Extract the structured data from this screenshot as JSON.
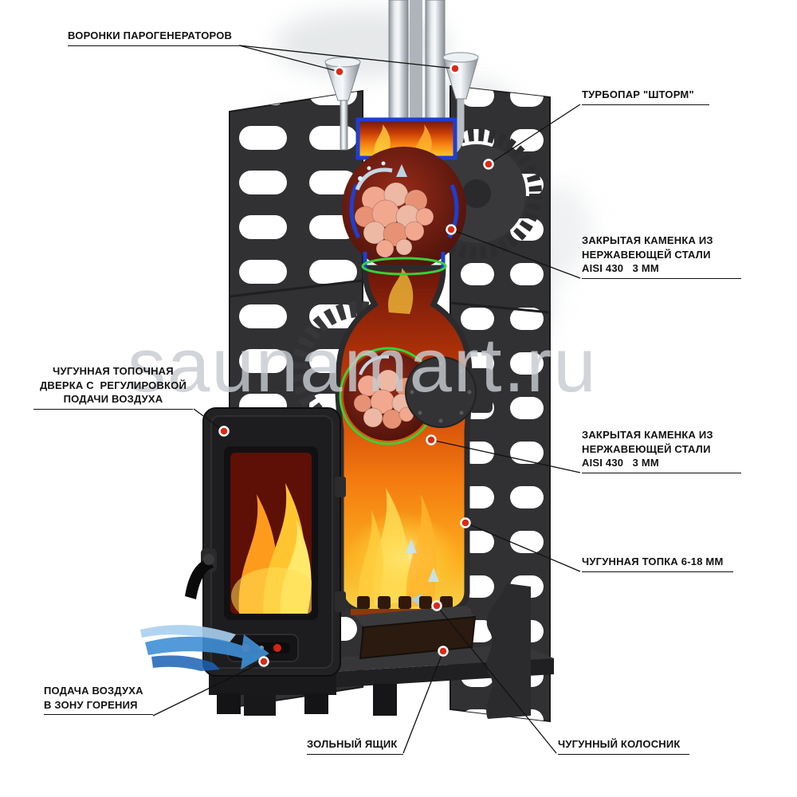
{
  "watermark": "saunamart.ru",
  "callouts": {
    "funnels": {
      "lines": [
        "ВОРОНКИ ПАРОГЕНЕРАТОРОВ"
      ]
    },
    "turbopar": {
      "lines": [
        "ТУРБОПАР \"ШТОРМ\""
      ]
    },
    "kamenka_top": {
      "lines": [
        "ЗАКРЫТАЯ КАМЕНКА ИЗ",
        "НЕРЖАВЕЮЩЕЙ СТАЛИ",
        "AISI 430   3 мм"
      ]
    },
    "door": {
      "lines": [
        "ЧУГУННАЯ ТОПОЧНАЯ",
        "ДВЕРКА С  РЕГУЛИРОВКОЙ",
        "ПОДАЧИ ВОЗДУХА"
      ]
    },
    "kamenka_mid": {
      "lines": [
        "ЗАКРЫТАЯ КАМЕНКА ИЗ",
        "НЕРЖАВЕЮЩЕЙ СТАЛИ",
        "AISI 430   3 мм"
      ]
    },
    "topka": {
      "lines": [
        "ЧУГУННАЯ ТОПКА 6-18 мм"
      ]
    },
    "air": {
      "lines": [
        "ПОДАЧА ВОЗДУХА",
        "В ЗОНУ ГОРЕНИЯ"
      ]
    },
    "ashbox": {
      "lines": [
        "ЗОЛЬНЫЙ ЯЩИК"
      ]
    },
    "grate": {
      "lines": [
        "ЧУГУННЫЙ КОЛОСНИК"
      ]
    }
  },
  "colors": {
    "marker_red": "#da2a16",
    "water_blue": "#1d3fd0",
    "gasket_green": "#37d13a",
    "flame_orange": "#f47b10",
    "steel_gray": "#c7ccd1",
    "panel_dark": "#313134",
    "watermark_gray": "#c7cbd0"
  }
}
